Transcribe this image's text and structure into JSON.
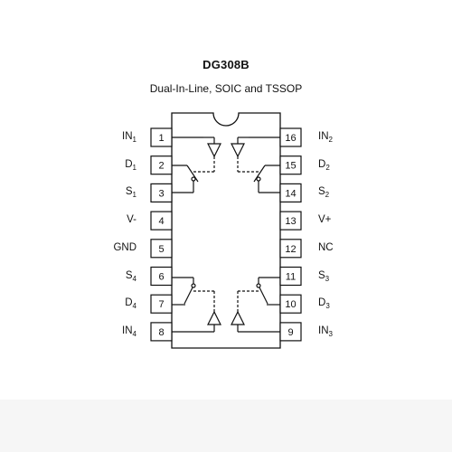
{
  "title": "DG308B",
  "subtitle": "Dual-In-Line, SOIC and TSSOP",
  "left_pins": [
    {
      "number": "1",
      "name": "IN",
      "sub": "1"
    },
    {
      "number": "2",
      "name": "D",
      "sub": "1"
    },
    {
      "number": "3",
      "name": "S",
      "sub": "1"
    },
    {
      "number": "4",
      "name": "V-",
      "sub": ""
    },
    {
      "number": "5",
      "name": "GND",
      "sub": ""
    },
    {
      "number": "6",
      "name": "S",
      "sub": "4"
    },
    {
      "number": "7",
      "name": "D",
      "sub": "4"
    },
    {
      "number": "8",
      "name": "IN",
      "sub": "4"
    }
  ],
  "right_pins": [
    {
      "number": "16",
      "name": "IN",
      "sub": "2"
    },
    {
      "number": "15",
      "name": "D",
      "sub": "2"
    },
    {
      "number": "14",
      "name": "S",
      "sub": "2"
    },
    {
      "number": "13",
      "name": "V+",
      "sub": ""
    },
    {
      "number": "12",
      "name": "NC",
      "sub": ""
    },
    {
      "number": "11",
      "name": "S",
      "sub": "3"
    },
    {
      "number": "10",
      "name": "D",
      "sub": "3"
    },
    {
      "number": "9",
      "name": "IN",
      "sub": "3"
    }
  ],
  "colors": {
    "ink": "#111111",
    "background": "#ffffff",
    "footer": "#f6f6f6"
  }
}
